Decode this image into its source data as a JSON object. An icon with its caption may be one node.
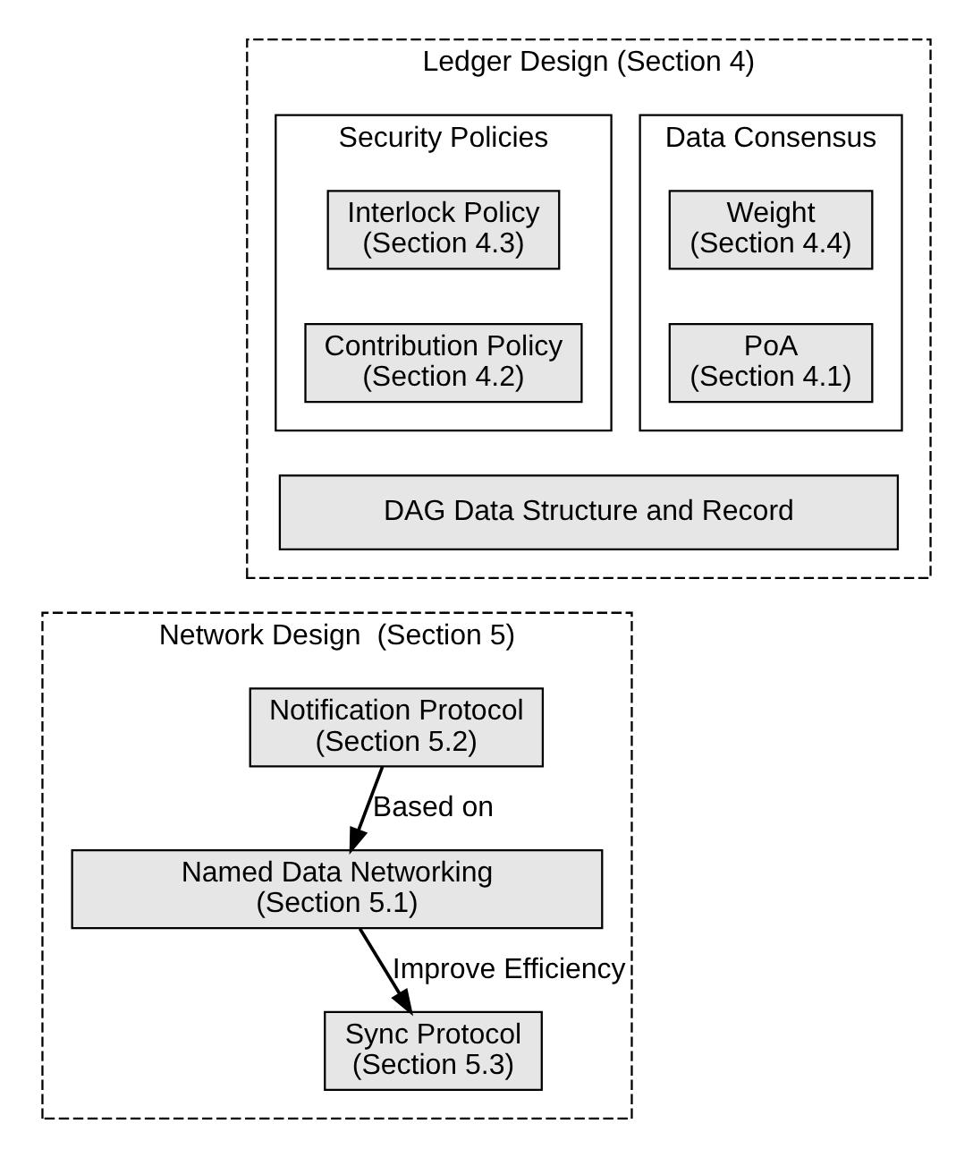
{
  "diagram": {
    "nodes": [
      {
        "text": [
          "Ledger Design (Section 4)"
        ]
      },
      {
        "text": [
          "Data Consensus"
        ],
        "in": 0
      },
      {
        "text": [
          "Weight",
          "(Section 4.4)"
        ],
        "in": 1
      },
      {
        "text": [
          "PoA",
          "(Section 4.1)"
        ],
        "in": 1
      },
      {
        "text": [
          "Security Policies"
        ],
        "in": 0
      },
      {
        "text": [
          "Interlock Policy",
          "(Section 4.3)"
        ],
        "in": 4
      },
      {
        "text": [
          "Contribution Policy",
          "(Section 4.2)"
        ],
        "in": 4
      },
      {
        "text": [
          "DAG Data Structure and Record"
        ],
        "in": 0
      },
      {
        "text": [
          "Network Design  (Section 5)"
        ]
      },
      {
        "text": [
          "Notification Protocol",
          "(Section 5.2)"
        ],
        "in": 8
      },
      {
        "text": [
          "Sync Protocol",
          "(Section 5.3)"
        ],
        "in": 8
      },
      {
        "text": [
          "Named Data Networking",
          "(Section 5.1)"
        ],
        "in": 8
      }
    ],
    "edges": [
      {
        "from": 9,
        "to": 11,
        "arrow": "to",
        "label": "Based on"
      },
      {
        "from": 11,
        "to": 10,
        "arrow": "to",
        "label": "Improve Efficiency"
      }
    ]
  }
}
